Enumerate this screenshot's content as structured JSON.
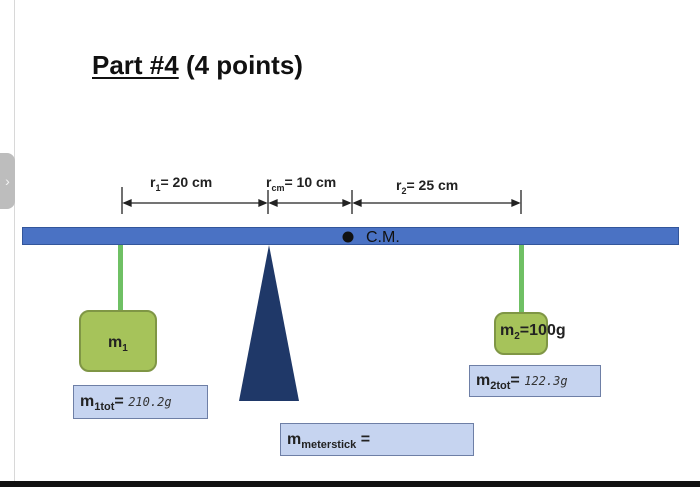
{
  "title": {
    "part": "Part #4",
    "points": " (4 points)"
  },
  "diagram": {
    "r1": {
      "prefix": "r",
      "sub": "1",
      "text": "= 20 cm"
    },
    "rcm": {
      "prefix": "r",
      "sub": "cm",
      "text": "= 10 cm"
    },
    "r2": {
      "prefix": "r",
      "sub": "2",
      "text": "= 25 cm"
    },
    "cm_label": "C.M.",
    "m1": {
      "prefix": "m",
      "sub": "1"
    },
    "m2": {
      "prefix": "m",
      "sub": "2",
      "text": "=100g"
    },
    "m1tot": {
      "prefix": "m",
      "sub": "1tot",
      "eq": "= ",
      "value": "210.2g"
    },
    "m2tot": {
      "prefix": "m",
      "sub": "2tot",
      "eq": "= ",
      "value": "122.3g"
    },
    "mmeterstick": {
      "prefix": "m",
      "sub": "meterstick",
      "eq": " ="
    }
  },
  "colors": {
    "meterstick": "#4a72c4",
    "fulcrum": "#1f3868",
    "rope": "#6fc064",
    "mass": "#a6c35a",
    "info_box": "#c6d4f0"
  },
  "icons": {
    "side_tab": "chevron-right-icon"
  }
}
